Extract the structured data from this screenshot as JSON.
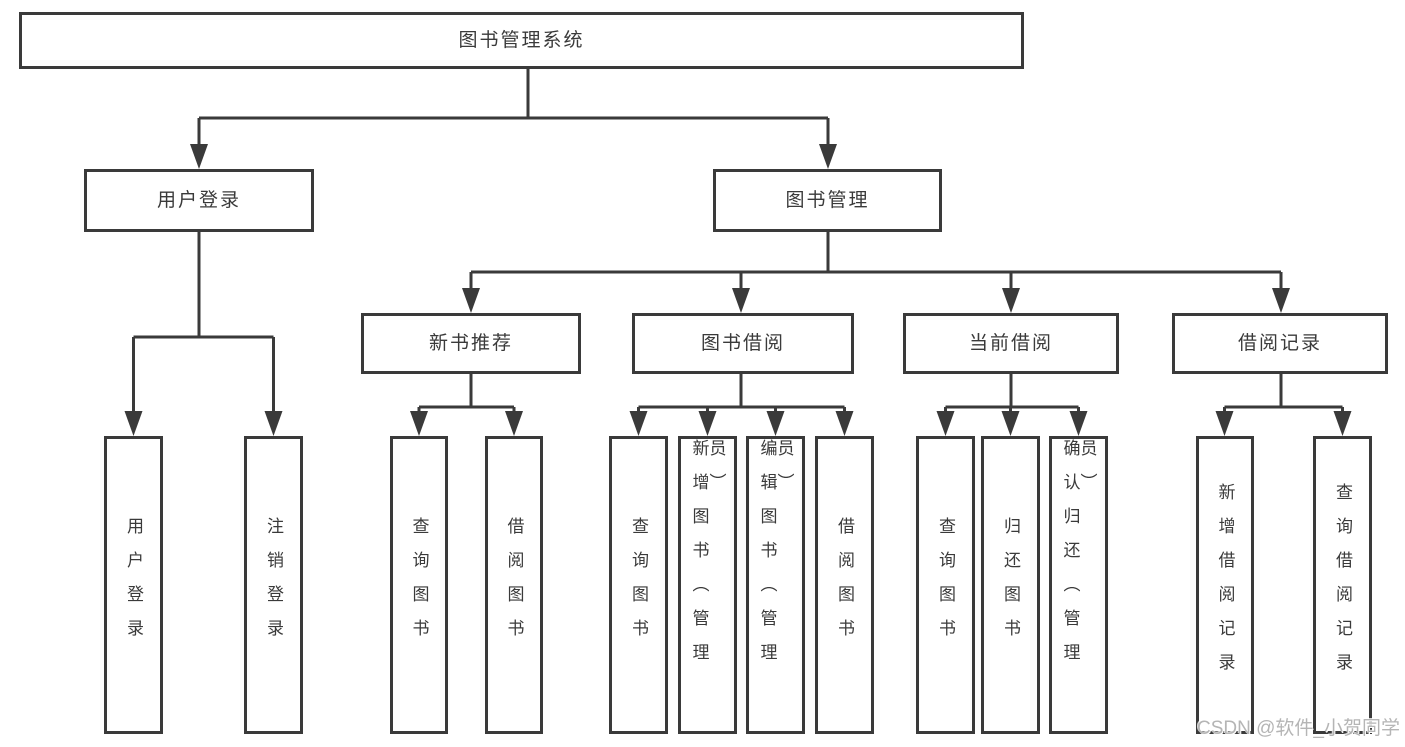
{
  "diagram": {
    "type": "hierarchy-tree",
    "line_color": "#3a3a3a",
    "box_background": "#ffffff",
    "hierarchy": {
      "图书管理系统": {
        "用户登录": [
          "用户登录",
          "注销登录"
        ],
        "图书管理": {
          "新书推荐": [
            "查询图书",
            "借阅图书"
          ],
          "图书借阅": [
            "查询图书",
            "新增图书（管理员）",
            "编辑图书（管理员）",
            "借阅图书"
          ],
          "当前借阅": [
            "查询图书",
            "归还图书",
            "确认归还（管理员）"
          ],
          "借阅记录": [
            "新增借阅记录",
            "查询借阅记录"
          ]
        }
      }
    }
  },
  "nodes": {
    "root": {
      "label": "图书管理系统"
    },
    "login": {
      "label": "用户登录"
    },
    "mgmt": {
      "label": "图书管理"
    },
    "login_user": {
      "label": "用户登录"
    },
    "login_logout": {
      "label": "注销登录"
    },
    "rec": {
      "label": "新书推荐"
    },
    "borrow": {
      "label": "图书借阅"
    },
    "current": {
      "label": "当前借阅"
    },
    "records": {
      "label": "借阅记录"
    },
    "rec_query": {
      "label": "查询图书"
    },
    "rec_borrow": {
      "label": "借阅图书"
    },
    "borrow_query": {
      "label": "查询图书"
    },
    "borrow_add": {
      "label": "新增图书（管理员）"
    },
    "borrow_edit": {
      "label": "编辑图书（管理员）"
    },
    "borrow_borrow": {
      "label": "借阅图书"
    },
    "cur_query": {
      "label": "查询图书"
    },
    "cur_return": {
      "label": "归还图书"
    },
    "cur_confirm": {
      "label": "确认归还（管理员）"
    },
    "records_add": {
      "label": "新增借阅记录"
    },
    "records_query": {
      "label": "查询借阅记录"
    }
  },
  "watermark": {
    "text": "CSDN @软件_小贺同学",
    "color": "#b5b5b5"
  }
}
